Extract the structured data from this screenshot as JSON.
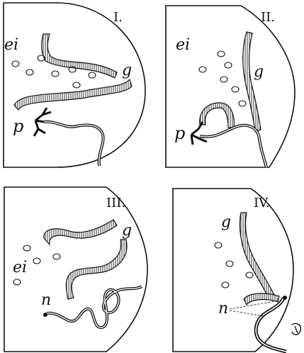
{
  "panels": [
    {
      "numeral": "I.",
      "labels": {
        "ei": "ei",
        "g": "g",
        "p": "p"
      }
    },
    {
      "numeral": "II.",
      "labels": {
        "ei": "ei",
        "g": "g",
        "p": "p"
      }
    },
    {
      "numeral": "III.",
      "labels": {
        "ei": "ei",
        "g": "g",
        "n": "n"
      }
    },
    {
      "numeral": "IV.",
      "labels": {
        "g": "g",
        "n": "n"
      }
    }
  ]
}
